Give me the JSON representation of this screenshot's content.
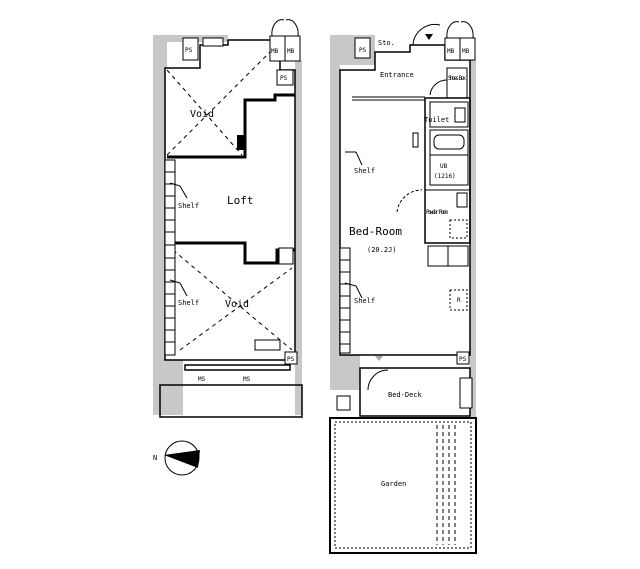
{
  "loft_plan": {
    "void_top": "Void",
    "loft": "Loft",
    "shelf_1": "Shelf",
    "shelf_2": "Shelf",
    "void_bottom": "Void",
    "ps": "PS",
    "ps_2": "PS",
    "mb_1": "MB",
    "mb_2": "MB",
    "ps_3": "PS",
    "ms_1": "MS",
    "ms_2": "MS"
  },
  "first_floor": {
    "ps": "PS",
    "storage": "Sto.",
    "mb_1": "MB",
    "mb_2": "MB",
    "entrance": "Entrance",
    "shoes_box": "Shoes Box",
    "toilet": "Toilet",
    "ub": "UB",
    "ub_size": "(1216)",
    "shelf_1": "Shelf",
    "powder_room": "Powder Room",
    "bedroom": "Bed-Room",
    "bedroom_size": "(20.2J)",
    "fridge": "R",
    "shelf_2": "Shelf",
    "ps_2": "PS",
    "bed_deck": "Bed-Deck",
    "garden": "Garden"
  },
  "compass": {
    "north": "N"
  }
}
